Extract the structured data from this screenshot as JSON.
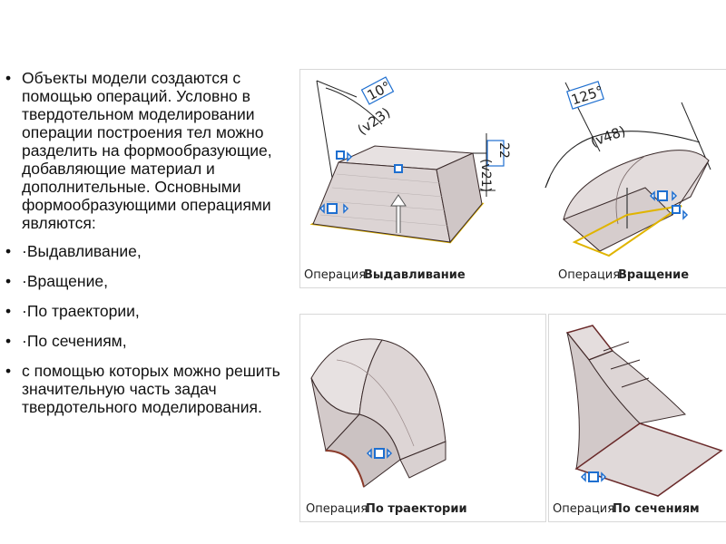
{
  "slide": {
    "bullets": [
      "Объекты модели создаются с помощью операций. Условно в твердотельном моделировании операции построения тел можно разделить на формообразующие, добавляющие материал и дополнительные. Основными формообразующими операциями являются:",
      "·Выдавливание,",
      "·Вращение,",
      "·По траектории,",
      "·По сечениям,",
      "с помощью которых можно решить значительную часть задач твердотельного моделирования."
    ]
  },
  "figures": {
    "extrude": {
      "caption_prefix": "Операция",
      "caption_name": "Выдавливание",
      "angle_label": "10°",
      "angle_var": "(v23)",
      "length_label": "22",
      "length_var": "(v21)"
    },
    "revolve": {
      "caption_prefix": "Операция",
      "caption_name": "Вращение",
      "angle_label": "125°",
      "angle_var": "(v48)"
    },
    "sweep": {
      "caption_prefix": "Операция",
      "caption_name": "По траектории"
    },
    "loft": {
      "caption_prefix": "Операция",
      "caption_name": "По сечениям"
    }
  },
  "colors": {
    "body_fill": "#e8e2e2",
    "edge": "#3a2a2a",
    "sketch_yellow": "#e0b400",
    "handle_blue": "#1e6fd0",
    "sweep_edge": "#8a3a2a"
  }
}
